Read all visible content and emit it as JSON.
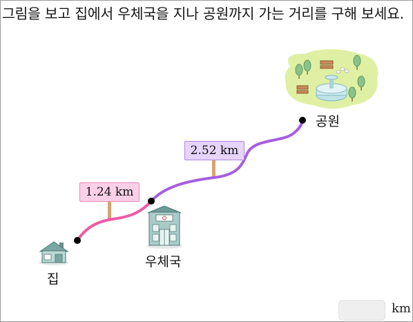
{
  "question": "그림을 보고 집에서 우체국을 지나 공원까지 가는 거리를 구해 보세요.",
  "places": {
    "home": "집",
    "post_office": "우체국",
    "park": "공원"
  },
  "signs": {
    "first": "1.24 km",
    "second": "2.52 km"
  },
  "answer": {
    "value": "",
    "unit": "km"
  },
  "colors": {
    "first_route": "#ef5aa6",
    "second_route": "#a65ee0",
    "park_ground": "#dff0a4"
  },
  "icons": [
    "house-icon",
    "post-office-icon",
    "park-illustration"
  ]
}
